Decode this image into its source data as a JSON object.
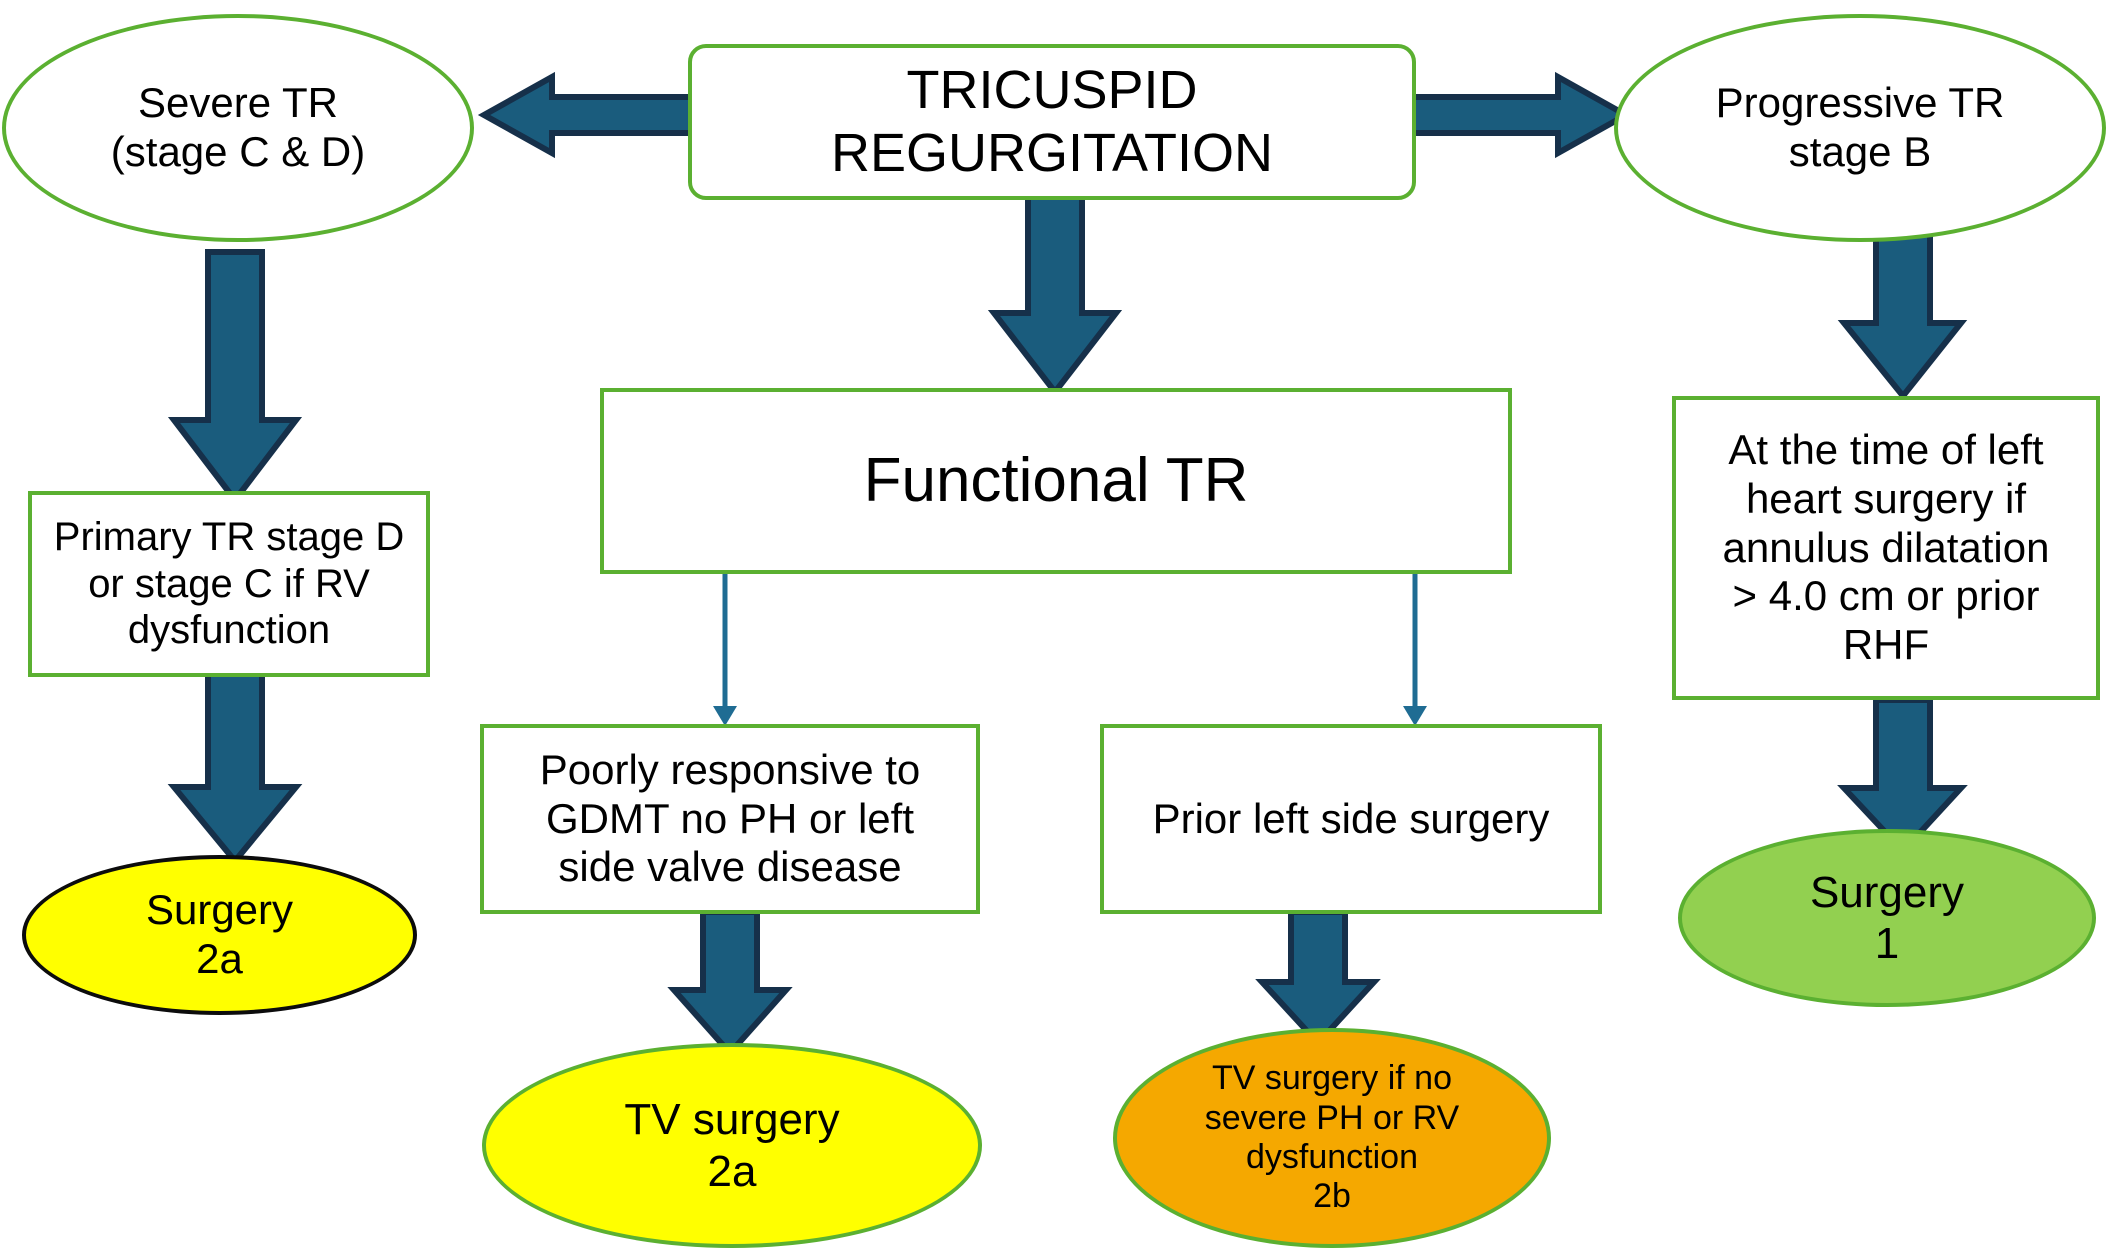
{
  "diagram": {
    "title": "Tricuspid Regurgitation Management Flowchart",
    "colors": {
      "node_outline_green": "#5BB031",
      "arrow_fill_teal": "#1A5C7D",
      "arrow_stroke_navy": "#16304A",
      "thin_connector": "#1F6C93",
      "yellow_fill": "#FFFF00",
      "orange_fill": "#F5A800",
      "green_fill": "#92D050",
      "black_outline": "#0C0C0C",
      "text": "#000000",
      "background": "#FFFFFF"
    },
    "nodes": {
      "root": {
        "shape": "rounded-rectangle",
        "lines": [
          "TRICUSPID",
          "REGURGITATION"
        ]
      },
      "severe_tr": {
        "shape": "ellipse",
        "lines": [
          "Severe TR",
          "(stage C & D)"
        ]
      },
      "progressive_tr": {
        "shape": "ellipse",
        "lines": [
          "Progressive TR",
          "stage B"
        ]
      },
      "functional_tr": {
        "shape": "rectangle",
        "lines": [
          "Functional TR"
        ]
      },
      "primary_tr": {
        "shape": "rectangle",
        "lines": [
          "Primary TR stage D",
          "or stage C if RV",
          "dysfunction"
        ]
      },
      "left_heart_surgery": {
        "shape": "rectangle",
        "lines": [
          "At the time of left",
          "heart surgery if",
          "annulus dilatation",
          "> 4.0 cm or prior",
          "RHF"
        ]
      },
      "poorly_responsive": {
        "shape": "rectangle",
        "lines": [
          "Poorly responsive to",
          "GDMT no PH or left",
          "side valve disease"
        ]
      },
      "prior_left_side_surgery": {
        "shape": "rectangle",
        "lines": [
          "Prior left side surgery"
        ]
      },
      "surgery_2a": {
        "shape": "ellipse",
        "fill": "#FFFF00",
        "lines": [
          "Surgery",
          "2a"
        ]
      },
      "tv_surgery_2a": {
        "shape": "ellipse",
        "fill": "#FFFF00",
        "lines": [
          "TV surgery",
          "2a"
        ]
      },
      "tv_surgery_2b": {
        "shape": "ellipse",
        "fill": "#F5A800",
        "lines": [
          "TV surgery if no",
          "severe PH or RV",
          "dysfunction",
          "2b"
        ]
      },
      "surgery_1": {
        "shape": "ellipse",
        "fill": "#92D050",
        "lines": [
          "Surgery",
          "1"
        ]
      }
    },
    "edges": [
      {
        "name": "root-to-severe-tr",
        "style": "block-arrow",
        "direction": "left"
      },
      {
        "name": "root-to-progressive-tr",
        "style": "block-arrow",
        "direction": "right"
      },
      {
        "name": "root-to-functional-tr",
        "style": "block-arrow",
        "direction": "down"
      },
      {
        "name": "severe-tr-to-primary-tr",
        "style": "block-arrow",
        "direction": "down"
      },
      {
        "name": "primary-tr-to-surgery-2a",
        "style": "block-arrow",
        "direction": "down"
      },
      {
        "name": "functional-tr-to-poorly-responsive",
        "style": "thin-arrow",
        "direction": "down"
      },
      {
        "name": "functional-tr-to-prior-left-side-surgery",
        "style": "thin-arrow",
        "direction": "down"
      },
      {
        "name": "poorly-responsive-to-tv-surgery-2a",
        "style": "block-arrow",
        "direction": "down"
      },
      {
        "name": "prior-left-side-surgery-to-tv-surgery-2b",
        "style": "block-arrow",
        "direction": "down"
      },
      {
        "name": "progressive-tr-to-left-heart-surgery",
        "style": "block-arrow",
        "direction": "down"
      },
      {
        "name": "left-heart-surgery-to-surgery-1",
        "style": "block-arrow",
        "direction": "down"
      }
    ]
  }
}
